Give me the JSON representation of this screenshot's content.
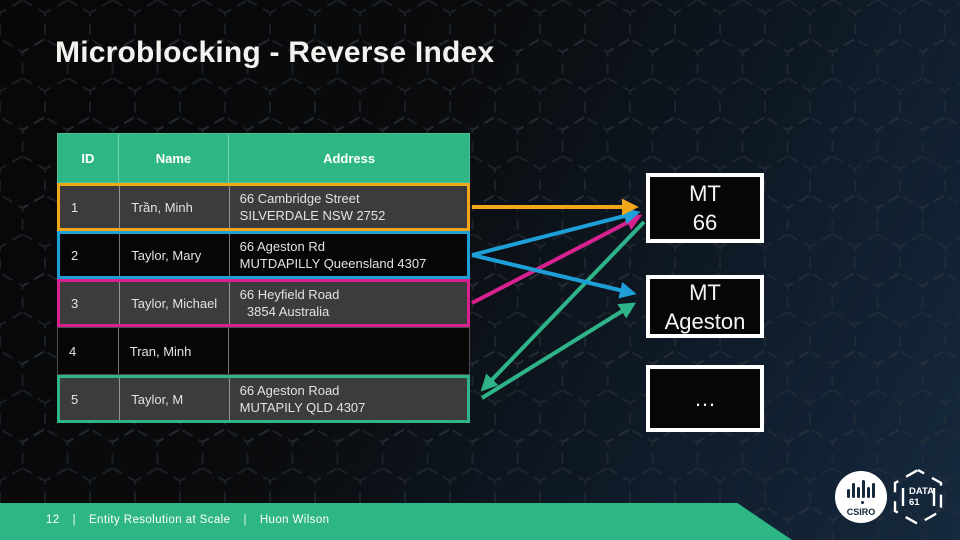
{
  "slide": {
    "title": "Microblocking - Reverse Index",
    "page_number": "12",
    "separator": "|",
    "footer_title": "Entity Resolution at Scale",
    "footer_author": "Huon Wilson"
  },
  "table": {
    "headers": [
      "ID",
      "Name",
      "Address"
    ],
    "rows": [
      {
        "id": "1",
        "name": "Trần, Minh",
        "address_line1": "66 Cambridge Street",
        "address_line2": "SILVERDALE NSW 2752",
        "highlight_color": "#f2a71b"
      },
      {
        "id": "2",
        "name": "Taylor, Mary",
        "address_line1": "66 Ageston Rd",
        "address_line2": "MUTDAPILLY Queensland 4307",
        "highlight_color": "#1e9fd8"
      },
      {
        "id": "3",
        "name": "Taylor, Michael",
        "address_line1": "66 Heyfield Road",
        "address_line2": "  3854 Australia",
        "highlight_color": "#d6218e"
      },
      {
        "id": "4",
        "name": "Tran, Minh",
        "address_line1": "",
        "address_line2": "",
        "highlight_color": ""
      },
      {
        "id": "5",
        "name": "Taylor, M",
        "address_line1": "66 Ageston Road",
        "address_line2": "MUTAPILY QLD 4307",
        "highlight_color": "#2eb488"
      }
    ]
  },
  "blocks": [
    {
      "line1": "MT",
      "line2": "66"
    },
    {
      "line1": "MT",
      "line2": "Ageston"
    },
    {
      "line1": "…",
      "line2": ""
    }
  ],
  "logos": {
    "csiro": "CSIRO",
    "data61_top": "DATA",
    "data61_bottom": "61"
  },
  "colors": {
    "accent_green": "#2fb685",
    "arrow_orange": "#f2a71b",
    "arrow_blue": "#1e9fd8",
    "arrow_pink": "#d6218e",
    "arrow_teal": "#2eb488",
    "row_dark_gray": "#3c3c3c",
    "row_black": "#060606",
    "navy": "#16283c"
  }
}
